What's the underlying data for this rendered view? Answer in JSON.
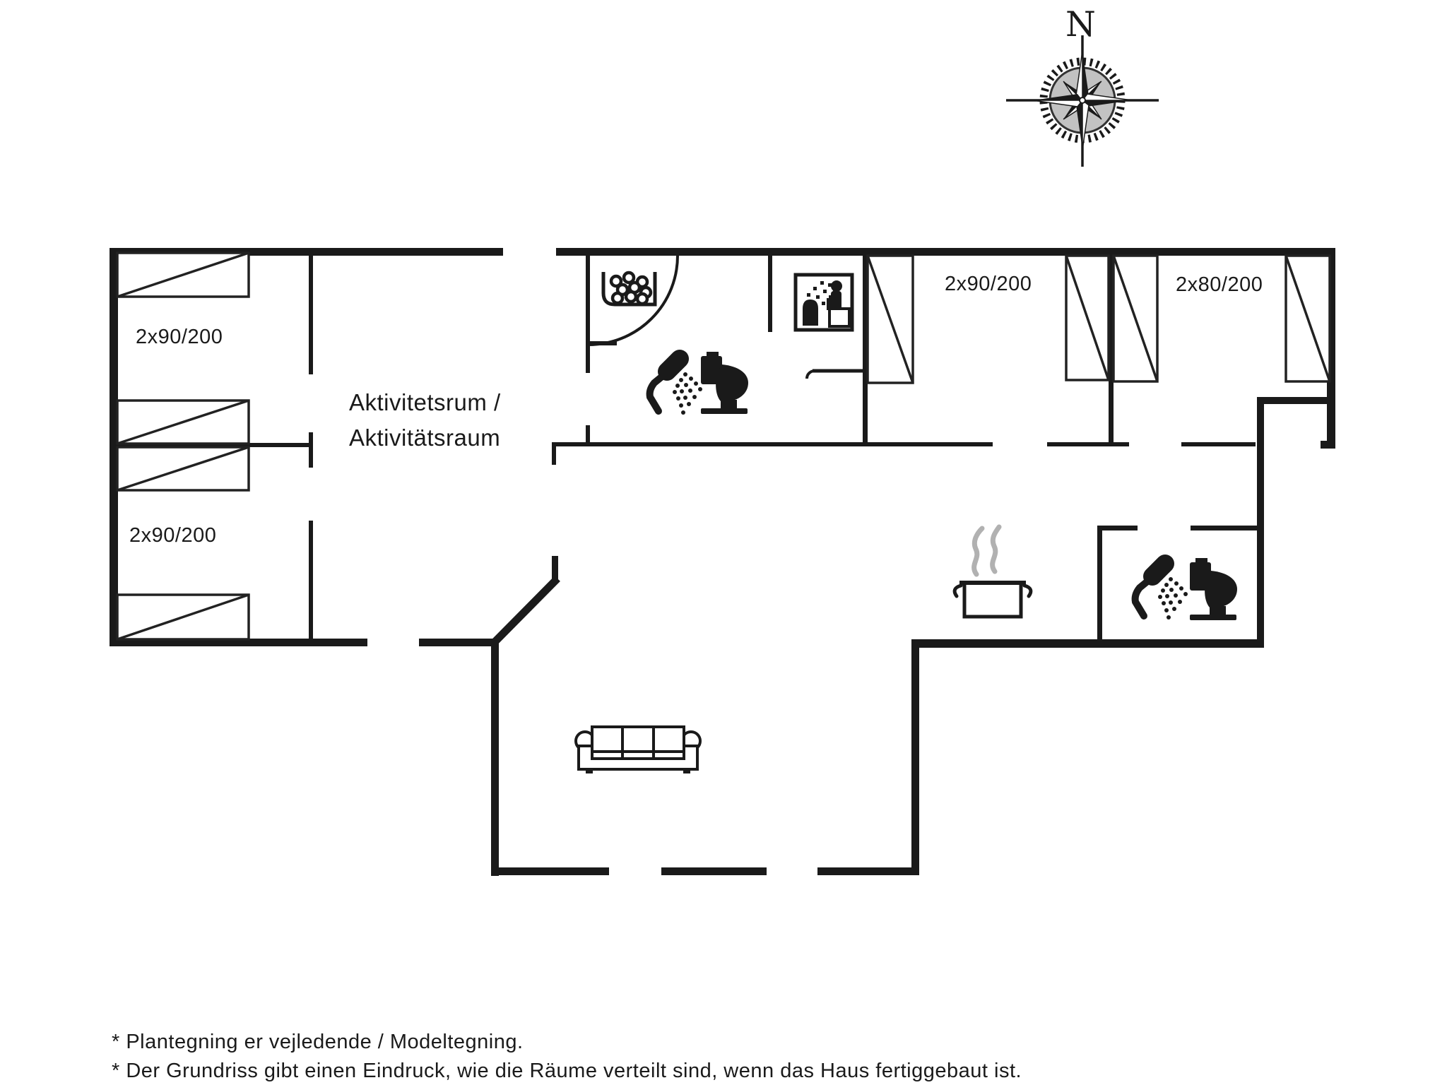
{
  "page": {
    "type": "holiday-house-floor-plan"
  },
  "compass": {
    "label": "N"
  },
  "rooms": {
    "bedroom_top_left": {
      "bed_label": "2x90/200"
    },
    "bedroom_bottom_left": {
      "bed_label": "2x90/200"
    },
    "activity_room": {
      "name_line1": "Aktivitetsrum /",
      "name_line2": "Aktivitätsraum"
    },
    "bedroom_right_middle": {
      "bed_label": "2x90/200"
    },
    "bedroom_right_far": {
      "bed_label": "2x80/200"
    }
  },
  "fixtures": [
    "whirlpool-tub-with-bubbles",
    "corner-tub-arc",
    "shower-head",
    "toilet",
    "sauna",
    "cooking-pot-with-steam",
    "three-seat-sofa",
    "compass-rose"
  ],
  "footnotes": {
    "line1": "* Plantegning er vejledende / Modeltegning.",
    "line2": "* Der Grundriss gibt einen Eindruck, wie die Räume verteilt sind, wenn das Haus fertiggebaut ist."
  },
  "colors": {
    "wall": "#1a1a1a",
    "steam": "#b1b1b1",
    "background": "#ffffff",
    "text": "#1a1a1a"
  }
}
